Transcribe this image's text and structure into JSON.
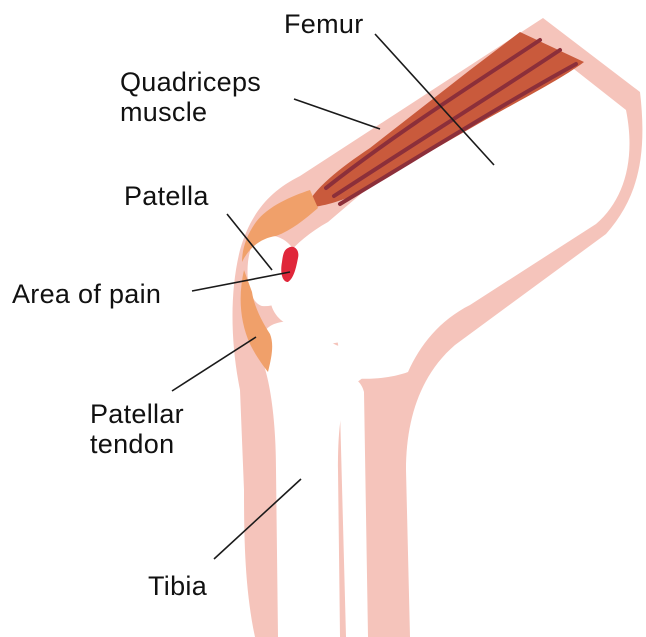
{
  "labels": {
    "femur": "Femur",
    "quadriceps_line1": "Quadriceps",
    "quadriceps_line2": "muscle",
    "patella": "Patella",
    "area_of_pain": "Area of pain",
    "patellar_tendon_line1": "Patellar",
    "patellar_tendon_line2": "tendon",
    "tibia": "Tibia"
  },
  "colors": {
    "skin": "#f5c4bb",
    "bone": "#ffffff",
    "muscle": "#c95a3c",
    "muscle_fiber": "#8c2f3a",
    "muscle_edge": "#e07b58",
    "tendon": "#f0a06a",
    "pain": "#e0263a",
    "leader_line": "#1a1a1a",
    "text": "#111111"
  }
}
